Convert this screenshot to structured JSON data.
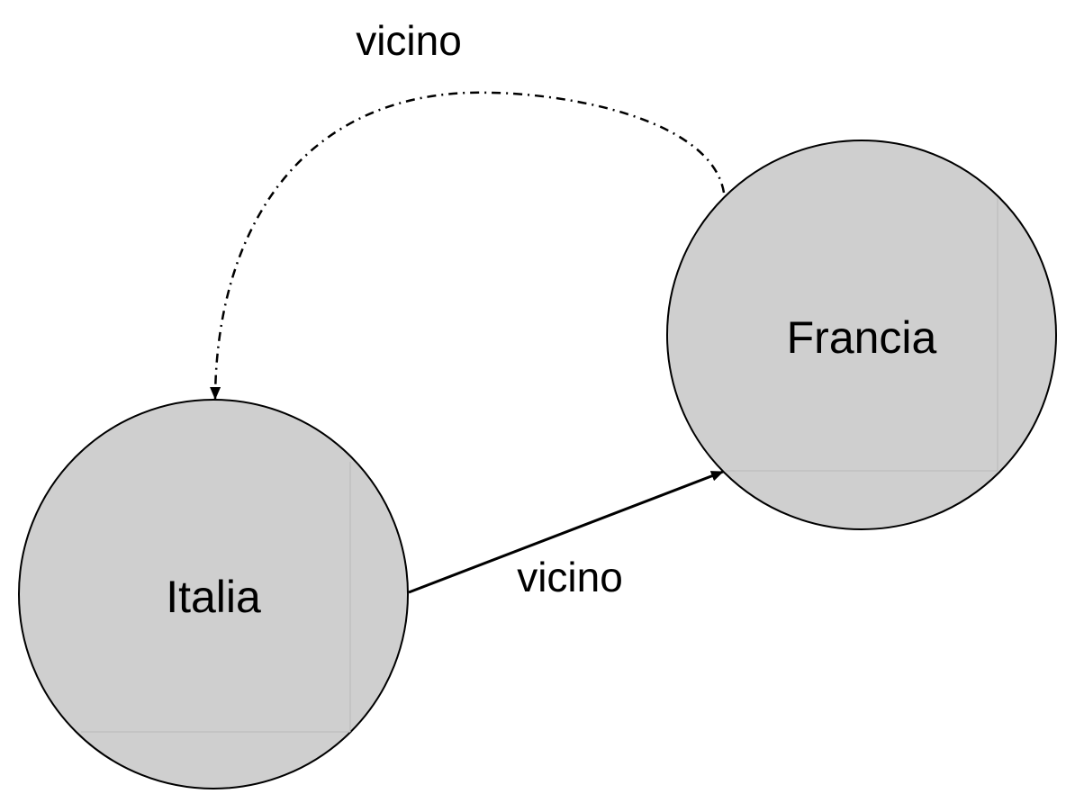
{
  "diagram": {
    "colors": {
      "node_fill": "#cfcfcf",
      "node_stroke": "#000000",
      "inner_guide": "#b8b8b8",
      "edge": "#000000",
      "background": "#ffffff"
    },
    "nodes": [
      {
        "id": "italia",
        "label": "Italia"
      },
      {
        "id": "francia",
        "label": "Francia"
      }
    ],
    "edges": [
      {
        "from": "italia",
        "to": "francia",
        "label": "vicino",
        "style": "solid"
      },
      {
        "from": "francia",
        "to": "italia",
        "label": "vicino",
        "style": "dash-dot"
      }
    ]
  }
}
